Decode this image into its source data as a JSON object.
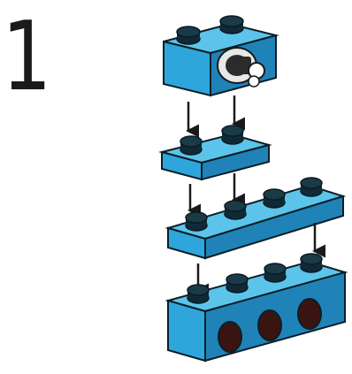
{
  "step": {
    "number": "1"
  },
  "colors": {
    "brick_top": "#5cc4ea",
    "brick_front": "#2ea6dc",
    "brick_side": "#1f83b8",
    "stud_dark": "#0f2a36",
    "stud_rim": "#0a1a22",
    "outline": "#0d1e26",
    "hole": "#3a1410",
    "arrow": "#1a1a1a",
    "connector": "#2b2b2b"
  },
  "diagram": {
    "description_icons": [
      "brick-1x2-with-connector",
      "plate-1x2",
      "plate-1x4",
      "technic-brick-1x4"
    ]
  }
}
